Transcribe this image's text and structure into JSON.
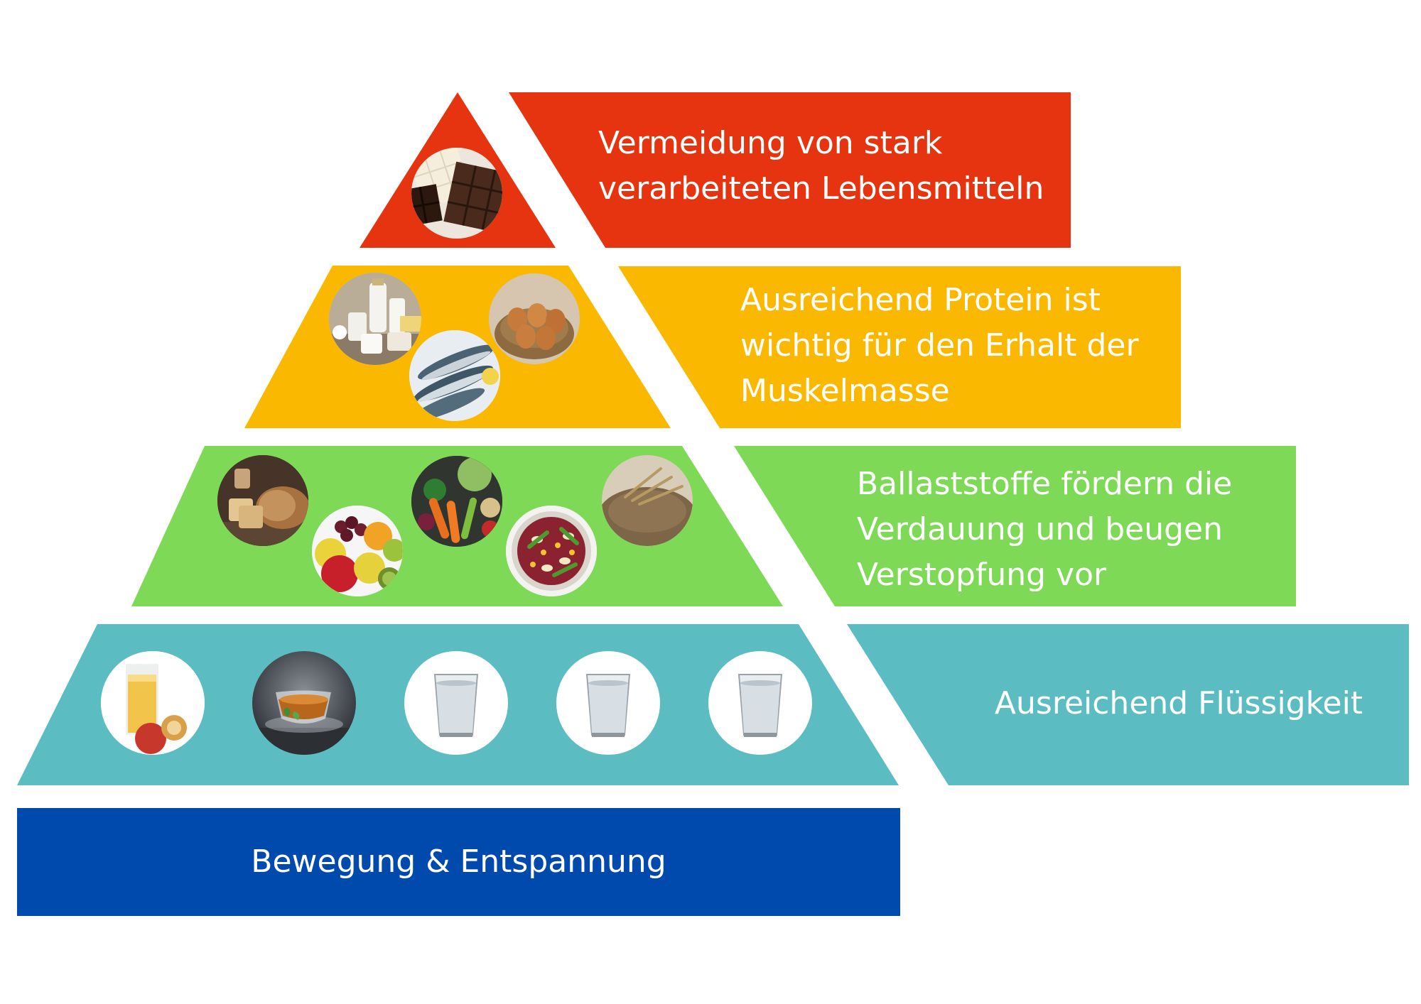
{
  "colors": {
    "top": "#e5340f",
    "protein": "#fbb800",
    "fiber": "#7ed957",
    "fluid": "#5bbdc2",
    "base": "#004aad",
    "text": "#ffffff"
  },
  "levels": [
    {
      "key": "top",
      "text_lines": [
        "Vermeidung von stark",
        "verarbeiteten Lebensmitteln"
      ],
      "images": [
        "chocolate"
      ]
    },
    {
      "key": "protein",
      "text_lines": [
        "Ausreichend Protein ist",
        "wichtig für den Erhalt der",
        "Muskelmasse"
      ],
      "images": [
        "dairy",
        "fish",
        "eggs"
      ]
    },
    {
      "key": "fiber",
      "text_lines": [
        "Ballaststoffe fördern die",
        "Verdauung und beugen",
        "Verstopfung vor"
      ],
      "images": [
        "bread",
        "fruit",
        "vegetables",
        "bean-salad",
        "grains"
      ]
    },
    {
      "key": "fluid",
      "text_lines": [
        "Ausreichend Flüssigkeit"
      ],
      "images": [
        "apple-juice",
        "tea",
        "water-glass",
        "water-glass",
        "water-glass"
      ]
    }
  ],
  "base": {
    "text": "Bewegung & Entspannung"
  }
}
